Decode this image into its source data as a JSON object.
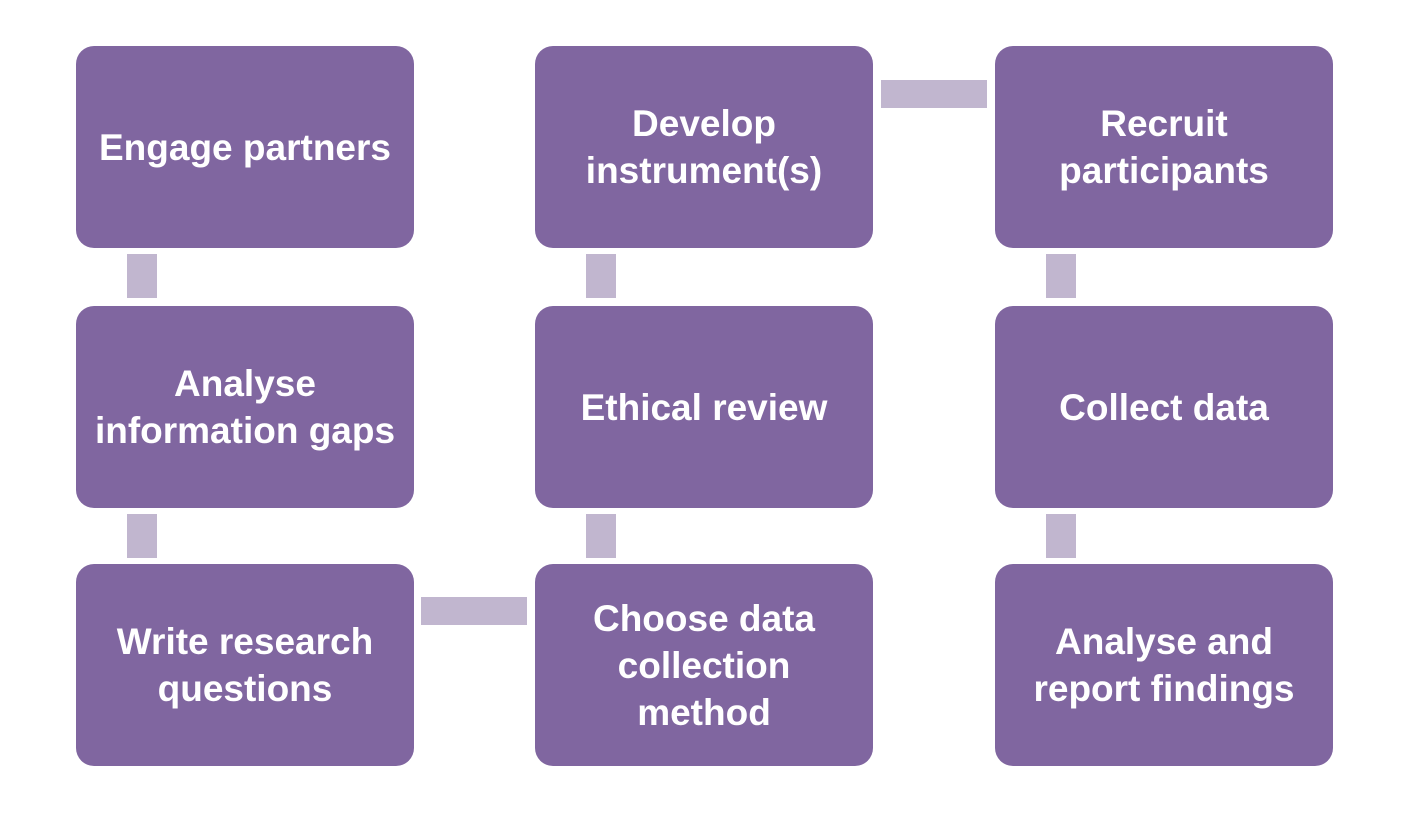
{
  "colors": {
    "box_fill": "#8066a0",
    "connector_fill": "#c1b6cf",
    "text": "#ffffff",
    "background": "#ffffff"
  },
  "steps": [
    {
      "id": "engage",
      "label": "Engage partners"
    },
    {
      "id": "analyse-gaps",
      "label": "Analyse\ninformation gaps"
    },
    {
      "id": "write-questions",
      "label": "Write research\nquestions"
    },
    {
      "id": "choose-method",
      "label": "Choose data\ncollection\nmethod"
    },
    {
      "id": "ethical-review",
      "label": "Ethical review"
    },
    {
      "id": "develop-instruments",
      "label": "Develop\ninstrument(s)"
    },
    {
      "id": "recruit",
      "label": "Recruit\nparticipants"
    },
    {
      "id": "collect",
      "label": "Collect data"
    },
    {
      "id": "analyse-report",
      "label": "Analyse and\nreport findings"
    }
  ],
  "flow": [
    [
      "engage",
      "analyse-gaps"
    ],
    [
      "analyse-gaps",
      "write-questions"
    ],
    [
      "write-questions",
      "choose-method"
    ],
    [
      "choose-method",
      "ethical-review"
    ],
    [
      "ethical-review",
      "develop-instruments"
    ],
    [
      "develop-instruments",
      "recruit"
    ],
    [
      "recruit",
      "collect"
    ],
    [
      "collect",
      "analyse-report"
    ]
  ]
}
